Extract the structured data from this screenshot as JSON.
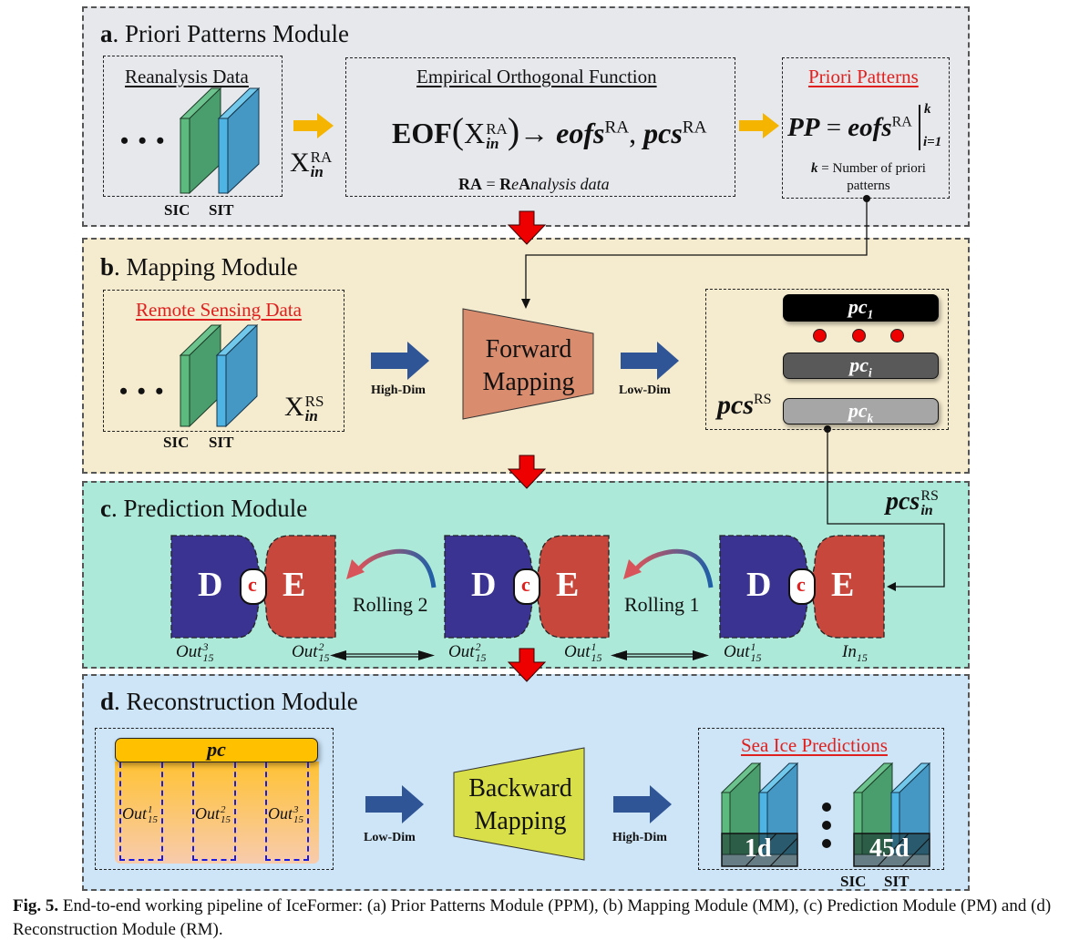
{
  "panels": {
    "a": {
      "letter": "a",
      "title": ". Priori Patterns Module",
      "reanalysis_header": "Reanalysis Data",
      "sic_label": "SIC",
      "sit_label": "SIT",
      "dots": "• • •",
      "input_var": "X",
      "input_sup": "RA",
      "input_sub": "in",
      "eof_header": "Empirical Orthogonal Function",
      "eof_fn": "EOF",
      "eof_arg": "X",
      "eof_arg_sup": "RA",
      "eof_arg_sub": "in",
      "eof_arrow": "→",
      "eof_out1": "eofs",
      "eof_out1_sup": "RA",
      "eof_sep": ",",
      "eof_out2": "pcs",
      "eof_out2_sup": "RA",
      "ra_def_bold1": "RA",
      "ra_def_eq": " = ",
      "ra_def_R": "R",
      "ra_def_e": "e",
      "ra_def_A": "A",
      "ra_def_rest": "nalysis data",
      "pp_header": "Priori Patterns",
      "pp_lhs": "PP",
      "pp_eq": " = ",
      "pp_rhs": "eofs",
      "pp_rhs_sup": "RA",
      "pp_limit_top": "k",
      "pp_limit_bottom": "i=1",
      "pp_note_k": "k",
      "pp_note_line1": " = Number of priori",
      "pp_note_line2": "patterns"
    },
    "b": {
      "letter": "b",
      "title": ". Mapping Module",
      "rs_header": "Remote Sensing Data",
      "sic_label": "SIC",
      "sit_label": "SIT",
      "dots": "• • •",
      "input_var": "X",
      "input_sup": "RS",
      "input_sub": "in",
      "high_dim": "High-Dim",
      "forward_line1": "Forward",
      "forward_line2": "Mapping",
      "low_dim": "Low-Dim",
      "pc1": "pc",
      "pc1_sub": "1",
      "pci": "pc",
      "pci_sub": "i",
      "pck": "pc",
      "pck_sub": "k",
      "pcs_label": "pcs",
      "pcs_sup": "RS"
    },
    "c": {
      "letter": "c",
      "title": ". Prediction Module",
      "pcs_in": "pcs",
      "pcs_in_sup": "RS",
      "pcs_in_sub": "in",
      "decoder": "D",
      "encoder": "E",
      "connector": "c",
      "rolling2": "Rolling 2",
      "rolling1": "Rolling 1",
      "labels": [
        {
          "base": "Out",
          "sup": "3",
          "sub": "15"
        },
        {
          "base": "Out",
          "sup": "2",
          "sub": "15"
        },
        {
          "base": "Out",
          "sup": "2",
          "sub": "15"
        },
        {
          "base": "Out",
          "sup": "1",
          "sub": "15"
        },
        {
          "base": "Out",
          "sup": "1",
          "sub": "15"
        },
        {
          "base": "In",
          "sup": "",
          "sub": "15"
        }
      ]
    },
    "d": {
      "letter": "d",
      "title": ". Reconstruction Module",
      "pc_bar": "pc",
      "outs": [
        {
          "base": "Out",
          "sup": "1",
          "sub": "15"
        },
        {
          "base": "Out",
          "sup": "2",
          "sub": "15"
        },
        {
          "base": "Out",
          "sup": "3",
          "sub": "15"
        }
      ],
      "low_dim": "Low-Dim",
      "backward_line1": "Backward",
      "backward_line2": "Mapping",
      "high_dim": "High-Dim",
      "pred_header": "Sea Ice Predictions",
      "day1": "1d",
      "day45": "45d",
      "sic_label": "SIC",
      "sit_label": "SIT"
    }
  },
  "caption": {
    "label": "Fig. 5.",
    "text": " End-to-end working pipeline of IceFormer: (a) Prior Patterns Module (PPM), (b) Mapping Module (MM), (c) Prediction Module (PM) and (d) Reconstruction Module (RM)."
  },
  "colors": {
    "panel_a_bg": "#e6e8ec",
    "panel_b_bg": "#f5ebcf",
    "panel_c_bg": "#ade9d9",
    "panel_d_bg": "#cde5f7",
    "sic_green": "#4a9e6e",
    "sit_blue": "#4597c4",
    "orange_arrow": "#f5b400",
    "blue_arrow": "#2f5596",
    "red_arrow": "#ee0000",
    "decoder_purple": "#3a3392",
    "encoder_red": "#c8473c",
    "forward_salmon": "#d98c6e",
    "backward_yellow": "#d8df48",
    "highlight_red": "#e0201e"
  }
}
